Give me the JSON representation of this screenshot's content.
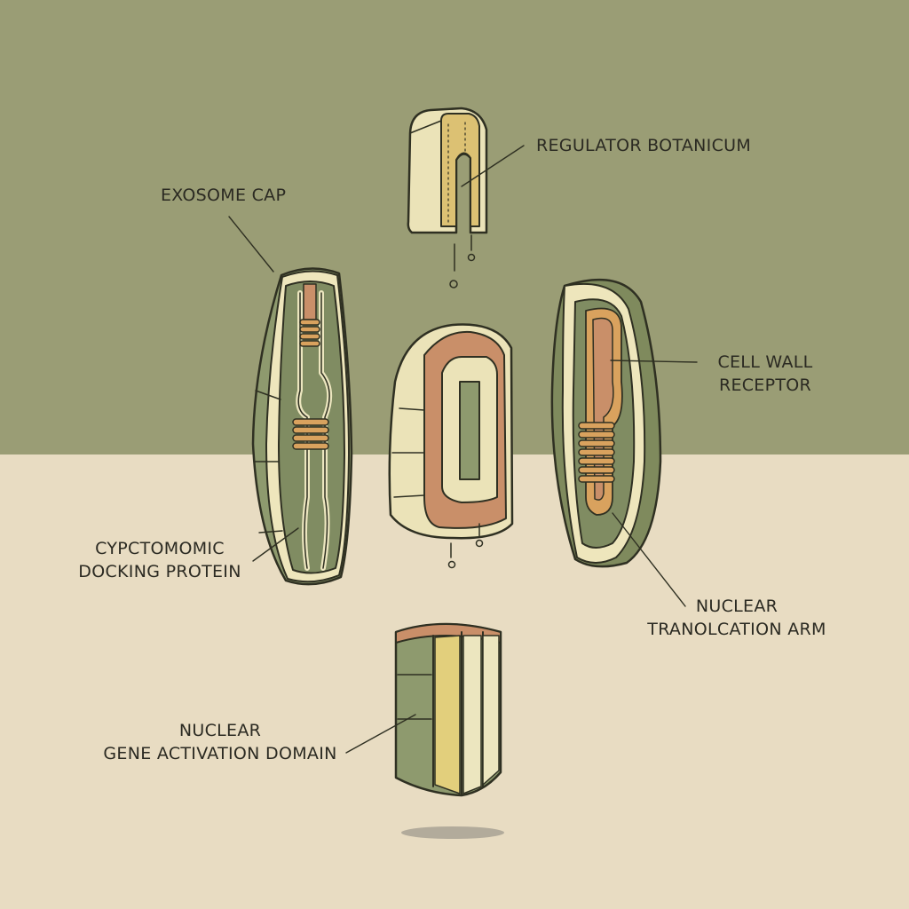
{
  "colors": {
    "background_top": "#9a9d75",
    "background_bottom": "#e8dcc2",
    "outline": "#2f3022",
    "shell_green": "#8e9a6e",
    "shell_green_dark": "#6f7a55",
    "cream": "#ece6bf",
    "terracotta": "#c98f69",
    "coil_orange": "#d9a25e",
    "yellow_fill": "#e2cf7c",
    "leader_line": "#2f3022"
  },
  "labels": {
    "regulator": "REGULATOR BOTANICUM",
    "exosome": "EXOSOME CAP",
    "cell_wall": [
      "CELL WALL",
      "RECEPTOR"
    ],
    "docking": [
      "CYPCTOMOMIC",
      "DOCKING PROTEIN"
    ],
    "nuclear_arm": [
      "NUCLEAR",
      "TRANOLCATION ARM"
    ],
    "gene_domain": [
      "NUCLEAR",
      "GENE ACTIVATION DOMAIN"
    ]
  },
  "icons": {
    "regulator_piece": "top-forked-cutaway-capsule",
    "exosome_piece": "left-tall-cutaway-capsule",
    "center_piece": "center-cutaway-block",
    "receptor_piece": "right-cutaway-capsule",
    "gene_piece": "bottom-cutaway-cylinder"
  }
}
